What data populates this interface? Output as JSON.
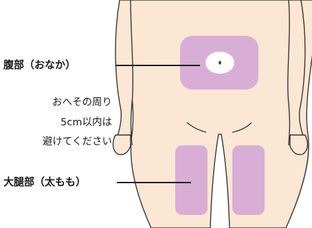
{
  "labels": {
    "abdomen": "腹部（おなか）",
    "navel_note_line1": "おへその周り",
    "navel_note_line2": "5cm以内は",
    "navel_note_line3": "避けてください",
    "thigh": "大腿部（太もも）"
  },
  "colors": {
    "skin_fill": "#fbe7d3",
    "outline": "#333333",
    "injection_zone": "#d8aed6",
    "navel_zone": "#ffffff",
    "leader_line": "#1a1a1a"
  }
}
